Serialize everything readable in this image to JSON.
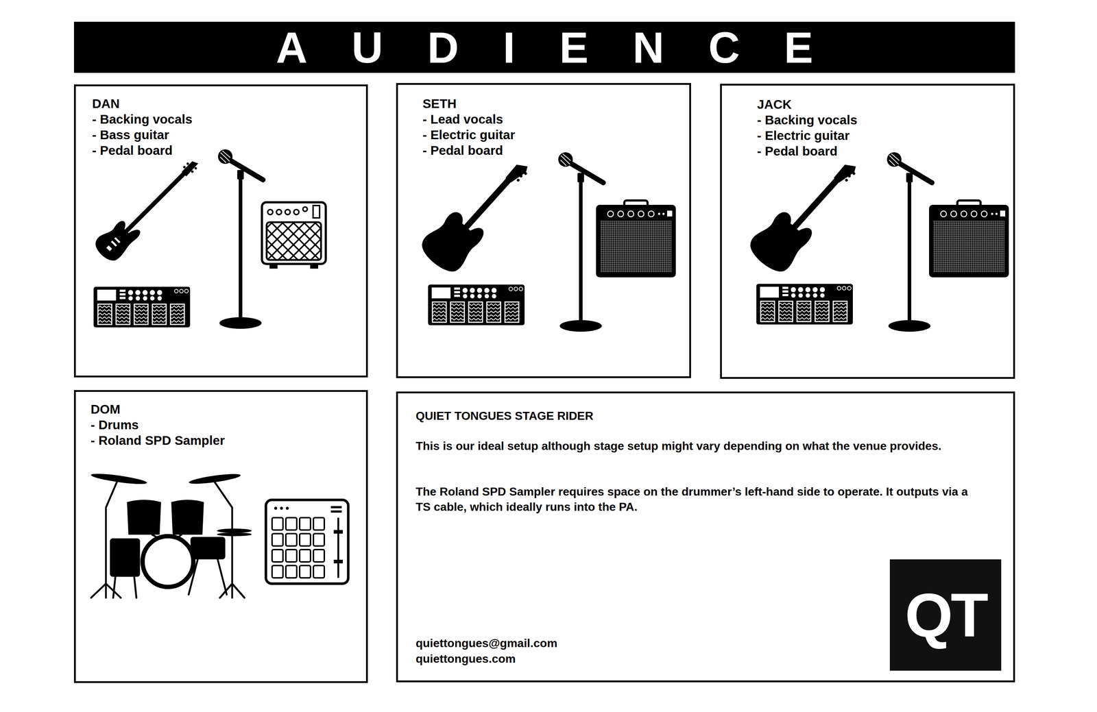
{
  "diagram": {
    "nodes": [
      {
        "text": [
          "AUDIENCE"
        ]
      },
      {
        "text": [
          "DAN",
          "- Backing vocals",
          "- Bass guitar",
          "- Pedal board"
        ]
      },
      {
        "text": [
          "SETH",
          "- Lead vocals",
          "- Electric guitar",
          "- Pedal board"
        ]
      },
      {
        "text": [
          "JACK",
          "- Backing vocals",
          "- Electric guitar",
          "- Pedal board"
        ]
      },
      {
        "text": [
          "DOM",
          "- Drums",
          "- Roland SPD Sampler"
        ]
      },
      {
        "text": [
          "QUIET TONGUES STAGE RIDER",
          "This is our ideal setup although stage setup might vary depending on what the venue provides.",
          "The Roland SPD Sampler requires space on the drummer’s left-hand side to operate. It outputs via a TS cable, which ideally runs into the PA.",
          "quiettongues@gmail.com",
          "quiettongues.com"
        ]
      },
      {
        "text": [
          "QT"
        ],
        "in": 5
      }
    ]
  }
}
